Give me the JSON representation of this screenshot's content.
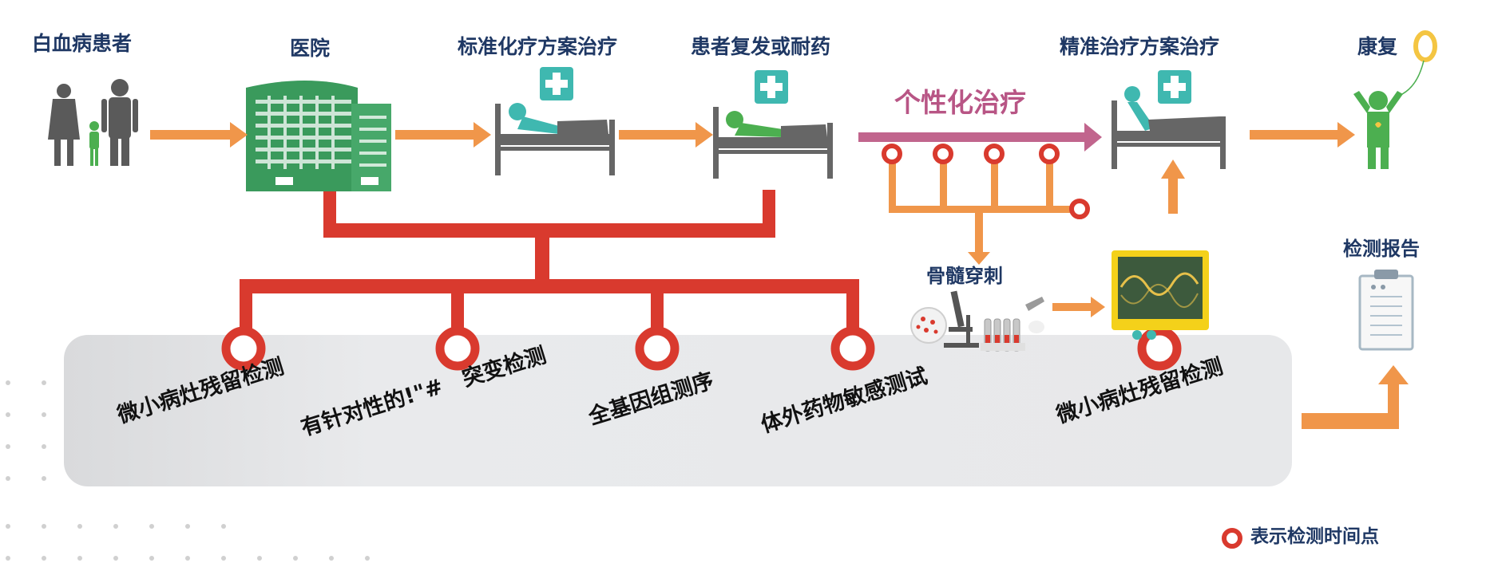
{
  "stages": {
    "patients": "白血病患者",
    "hospital": "医院",
    "standard_chemo": "标准化疗方案治疗",
    "relapse": "患者复发或耐药",
    "precision_treatment": "精准治疗方案治疗",
    "recovery": "康复"
  },
  "personalized_label": "个性化治疗",
  "bone_marrow_label": "骨髓穿刺",
  "report_label": "检测报告",
  "tests": {
    "mrd_1": "微小病灶残留检测",
    "targeted_mutation": "有针对性的!\"#　突变检测",
    "whole_genome": "全基因组测序",
    "drug_sensitivity": "体外药物敏感测试",
    "mrd_2": "微小病灶残留检测"
  },
  "legend": {
    "text": "表示检测时间点"
  },
  "colors": {
    "arrow_orange": "#f0964a",
    "red": "#d93a2e",
    "hospital_green": "#3a9a5c",
    "patient_green": "#4caf50",
    "bed_gray": "#666666",
    "cross_teal": "#3fb8b0",
    "personal_bar": "#c1658d",
    "title_navy": "#1f3864",
    "panel_gray": "#e7e8ea"
  },
  "icons": [
    "family-icon",
    "hospital-building-icon",
    "hospital-bed-icon",
    "microscope-icon",
    "monitor-icon",
    "clipboard-icon",
    "recovered-person-icon",
    "balloon-icon"
  ]
}
